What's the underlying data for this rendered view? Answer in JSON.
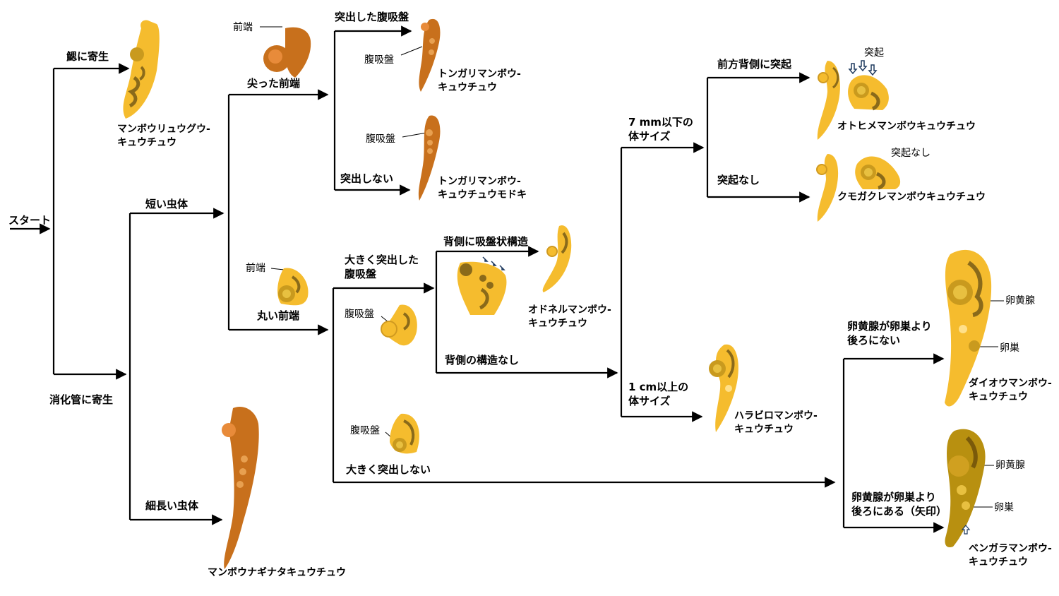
{
  "start": "スタート",
  "branches": {
    "gill": "鰓に寄生",
    "gut": "消化管に寄生",
    "short_body": "短い虫体",
    "long_body": "細長い虫体",
    "pointed_front": "尖った前端",
    "round_front": "丸い前端",
    "protruding_sucker": "突出した腹吸盤",
    "not_protruding": "突出しない",
    "large_protruding": [
      "大きく突出した",
      "腹吸盤"
    ],
    "not_large_protruding": "大きく突出しない",
    "dorsal_sucker_structure": "背側に吸盤状構造",
    "no_dorsal_structure": "背側の構造なし",
    "size_small": [
      "7 mm以下の",
      "体サイズ"
    ],
    "size_large": [
      "1 cm以上の",
      "体サイズ"
    ],
    "anterior_dorsal_process": "前方背側に突起",
    "no_process": "突起なし",
    "vitellarium_not_behind": [
      "卵黄腺が卵巣より",
      "後ろにない"
    ],
    "vitellarium_behind": [
      "卵黄腺が卵巣より",
      "後ろにある（矢印）"
    ]
  },
  "annotations": {
    "front_end": "前端",
    "ventral_sucker": "腹吸盤",
    "process": "突起",
    "no_process": "突起なし",
    "vitellarium": "卵黄腺",
    "ovary": "卵巣"
  },
  "species": {
    "mola_gill": [
      "マンボウリュウグウ-",
      "キュウチュウ"
    ],
    "tongari": [
      "トンガリマンボウ-",
      "キュウチュウ"
    ],
    "tongari_modoki": [
      "トンガリマンボウ-",
      "キュウチュウモドキ"
    ],
    "otohime": "オトヒメマンボウキュウチュウ",
    "kumogakure": "クモガクレマンボウキュウチュウ",
    "odoneru": [
      "オドネルマンボウ-",
      "キュウチュウ"
    ],
    "harabiro": [
      "ハラビロマンボウ-",
      "キュウチュウ"
    ],
    "daiou": [
      "ダイオウマンボウ-",
      "キュウチュウ"
    ],
    "bengara": [
      "ベンガラマンボウ-",
      "キュウチュウ"
    ],
    "naginata": "マンボウナギナタキュウチュウ"
  },
  "colors": {
    "yellow": "#F5BC2E",
    "orange_brown": "#C8701C",
    "olive": "#B89010",
    "organ_dark": "#8A6A1A",
    "line": "#000000",
    "arrow_outline": "#1F3A5F"
  }
}
